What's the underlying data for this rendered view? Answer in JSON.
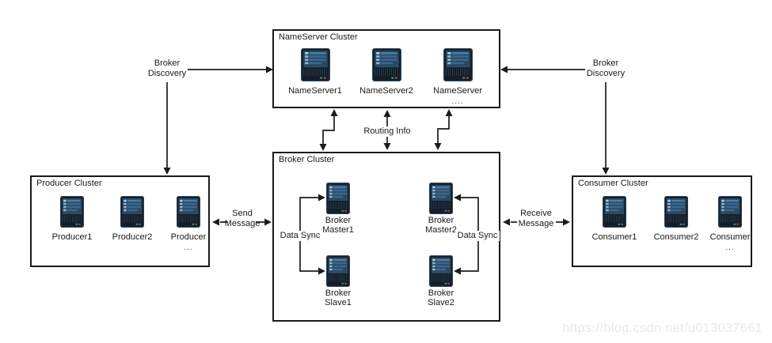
{
  "watermark": "https://blog.csdn.net/u013037661",
  "colors": {
    "line": "#1c1c1c",
    "box_border": "#1a1a1a",
    "server_body": "#17222e",
    "server_panel": "#2b4962",
    "server_bar": "#3c678c",
    "server_tick": "#8fb6d0",
    "led_green": "#35a06a",
    "led_red": "#c04848",
    "watermark_gray": "#e9e9e9"
  },
  "clusters": {
    "nameserver": {
      "title": "NameServer Cluster",
      "servers": [
        {
          "label": "NameServer1"
        },
        {
          "label": "NameServer2"
        },
        {
          "label": "NameServer",
          "ellipsis": "...."
        }
      ]
    },
    "producer": {
      "title": "Producer Cluster",
      "servers": [
        {
          "label": "Producer1"
        },
        {
          "label": "Producer2"
        },
        {
          "label": "Producer",
          "ellipsis": "..."
        }
      ]
    },
    "consumer": {
      "title": "Consumer Cluster",
      "servers": [
        {
          "label": "Consumer1"
        },
        {
          "label": "Consumer2"
        },
        {
          "label": "Consumer",
          "ellipsis": "..."
        }
      ]
    },
    "broker": {
      "title": "Broker Cluster",
      "servers": [
        {
          "line1": "Broker",
          "line2": "Master1"
        },
        {
          "line1": "Broker",
          "line2": "Master2"
        },
        {
          "line1": "Broker",
          "line2": "Slave1"
        },
        {
          "line1": "Broker",
          "line2": "Slave2"
        }
      ]
    }
  },
  "edges": {
    "broker_discovery_left": "Broker Discovery",
    "broker_discovery_right": "Broker Discovery",
    "routing_info": "Routing Info",
    "send_message": "Send Message",
    "receive_message": "Receive Message",
    "data_sync_left": "Data Sync",
    "data_sync_right": "Data Sync"
  }
}
